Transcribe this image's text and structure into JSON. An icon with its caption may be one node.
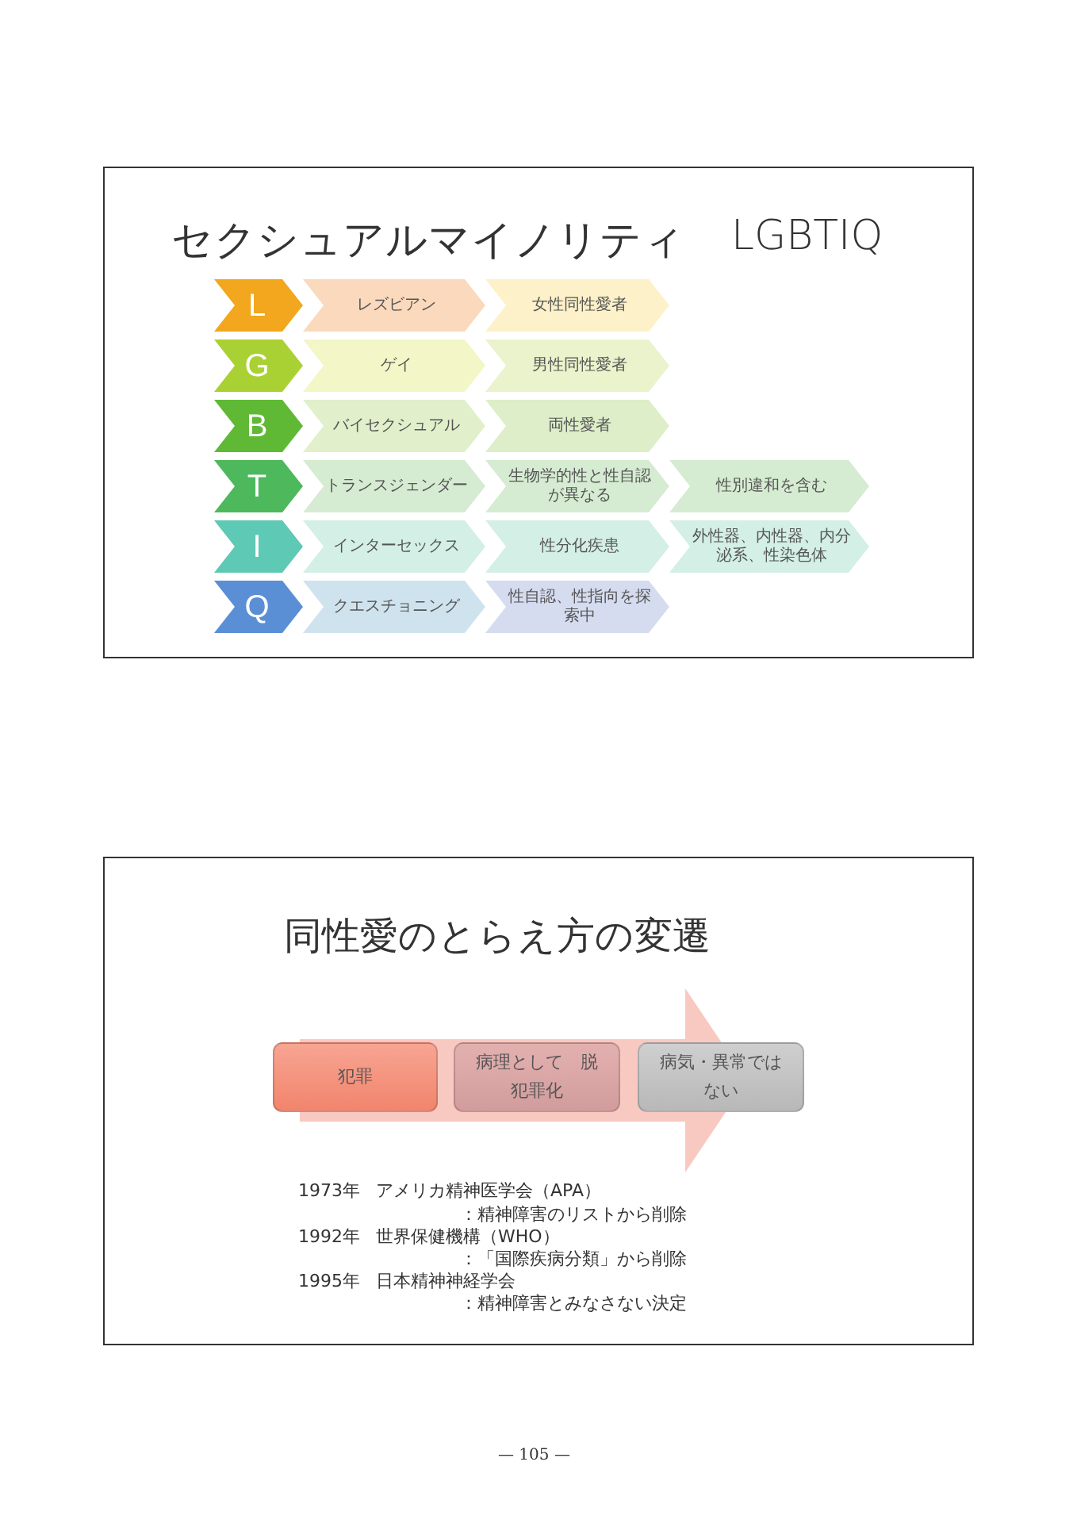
{
  "diagram": {
    "nodes": [
      {
        "text": [
          "セクシュアルマイノリティ",
          "LGBTIQ"
        ]
      },
      {
        "text": [
          "L"
        ],
        "in": 0
      },
      {
        "text": [
          "レズビアン"
        ],
        "in": 0
      },
      {
        "text": [
          "女性同性愛者"
        ],
        "in": 0
      },
      {
        "text": [
          "G"
        ],
        "in": 0
      },
      {
        "text": [
          "ゲイ"
        ],
        "in": 0
      },
      {
        "text": [
          "男性同性愛者"
        ],
        "in": 0
      },
      {
        "text": [
          "B"
        ],
        "in": 0
      },
      {
        "text": [
          "バイセクシュアル"
        ],
        "in": 0
      },
      {
        "text": [
          "両性愛者"
        ],
        "in": 0
      },
      {
        "text": [
          "T"
        ],
        "in": 0
      },
      {
        "text": [
          "トランスジェンダー"
        ],
        "in": 0
      },
      {
        "text": [
          "生物学的性と性自認が異なる"
        ],
        "in": 0
      },
      {
        "text": [
          "性別違和を含む"
        ],
        "in": 0
      },
      {
        "text": [
          "I"
        ],
        "in": 0
      },
      {
        "text": [
          "インターセックス"
        ],
        "in": 0
      },
      {
        "text": [
          "性分化疾患"
        ],
        "in": 0
      },
      {
        "text": [
          "外性器、内性器、内分泌系、性染色体"
        ],
        "in": 0
      },
      {
        "text": [
          "Q"
        ],
        "in": 0
      },
      {
        "text": [
          "クエスチョニング"
        ],
        "in": 0
      },
      {
        "text": [
          "性自認、性指向を探索中"
        ],
        "in": 0
      },
      {
        "text": [
          "同性愛のとらえ方の変遷"
        ]
      },
      {
        "text": [
          "犯罪"
        ],
        "in": 21
      },
      {
        "text": [
          "病理として　脱犯罪化"
        ],
        "in": 21
      },
      {
        "text": [
          "病気・異常ではない"
        ],
        "in": 21
      }
    ],
    "labels": [
      "1973年",
      "アメリカ精神医学会（APA）",
      "：精神障害のリストから削除",
      "1992年",
      "世界保健機構（WHO）",
      "：「国際疾病分類」から削除",
      "1995年",
      "日本精神神経学会",
      "：精神障害とみなさない決定",
      "— 105 —"
    ]
  }
}
